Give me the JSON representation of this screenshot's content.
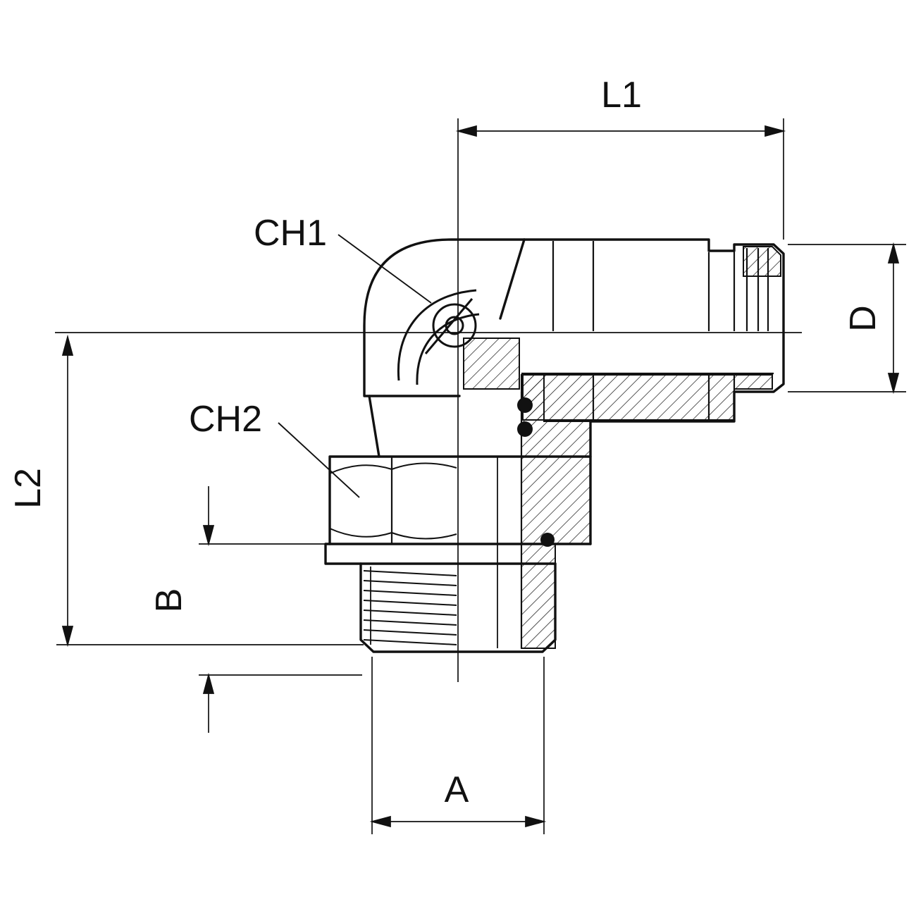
{
  "meta": {
    "background_color": "#ffffff",
    "line_color": "#111111"
  },
  "labels": {
    "l1": "L1",
    "l2": "L2",
    "d": "D",
    "a": "A",
    "b": "B",
    "ch1": "CH1",
    "ch2": "CH2"
  }
}
